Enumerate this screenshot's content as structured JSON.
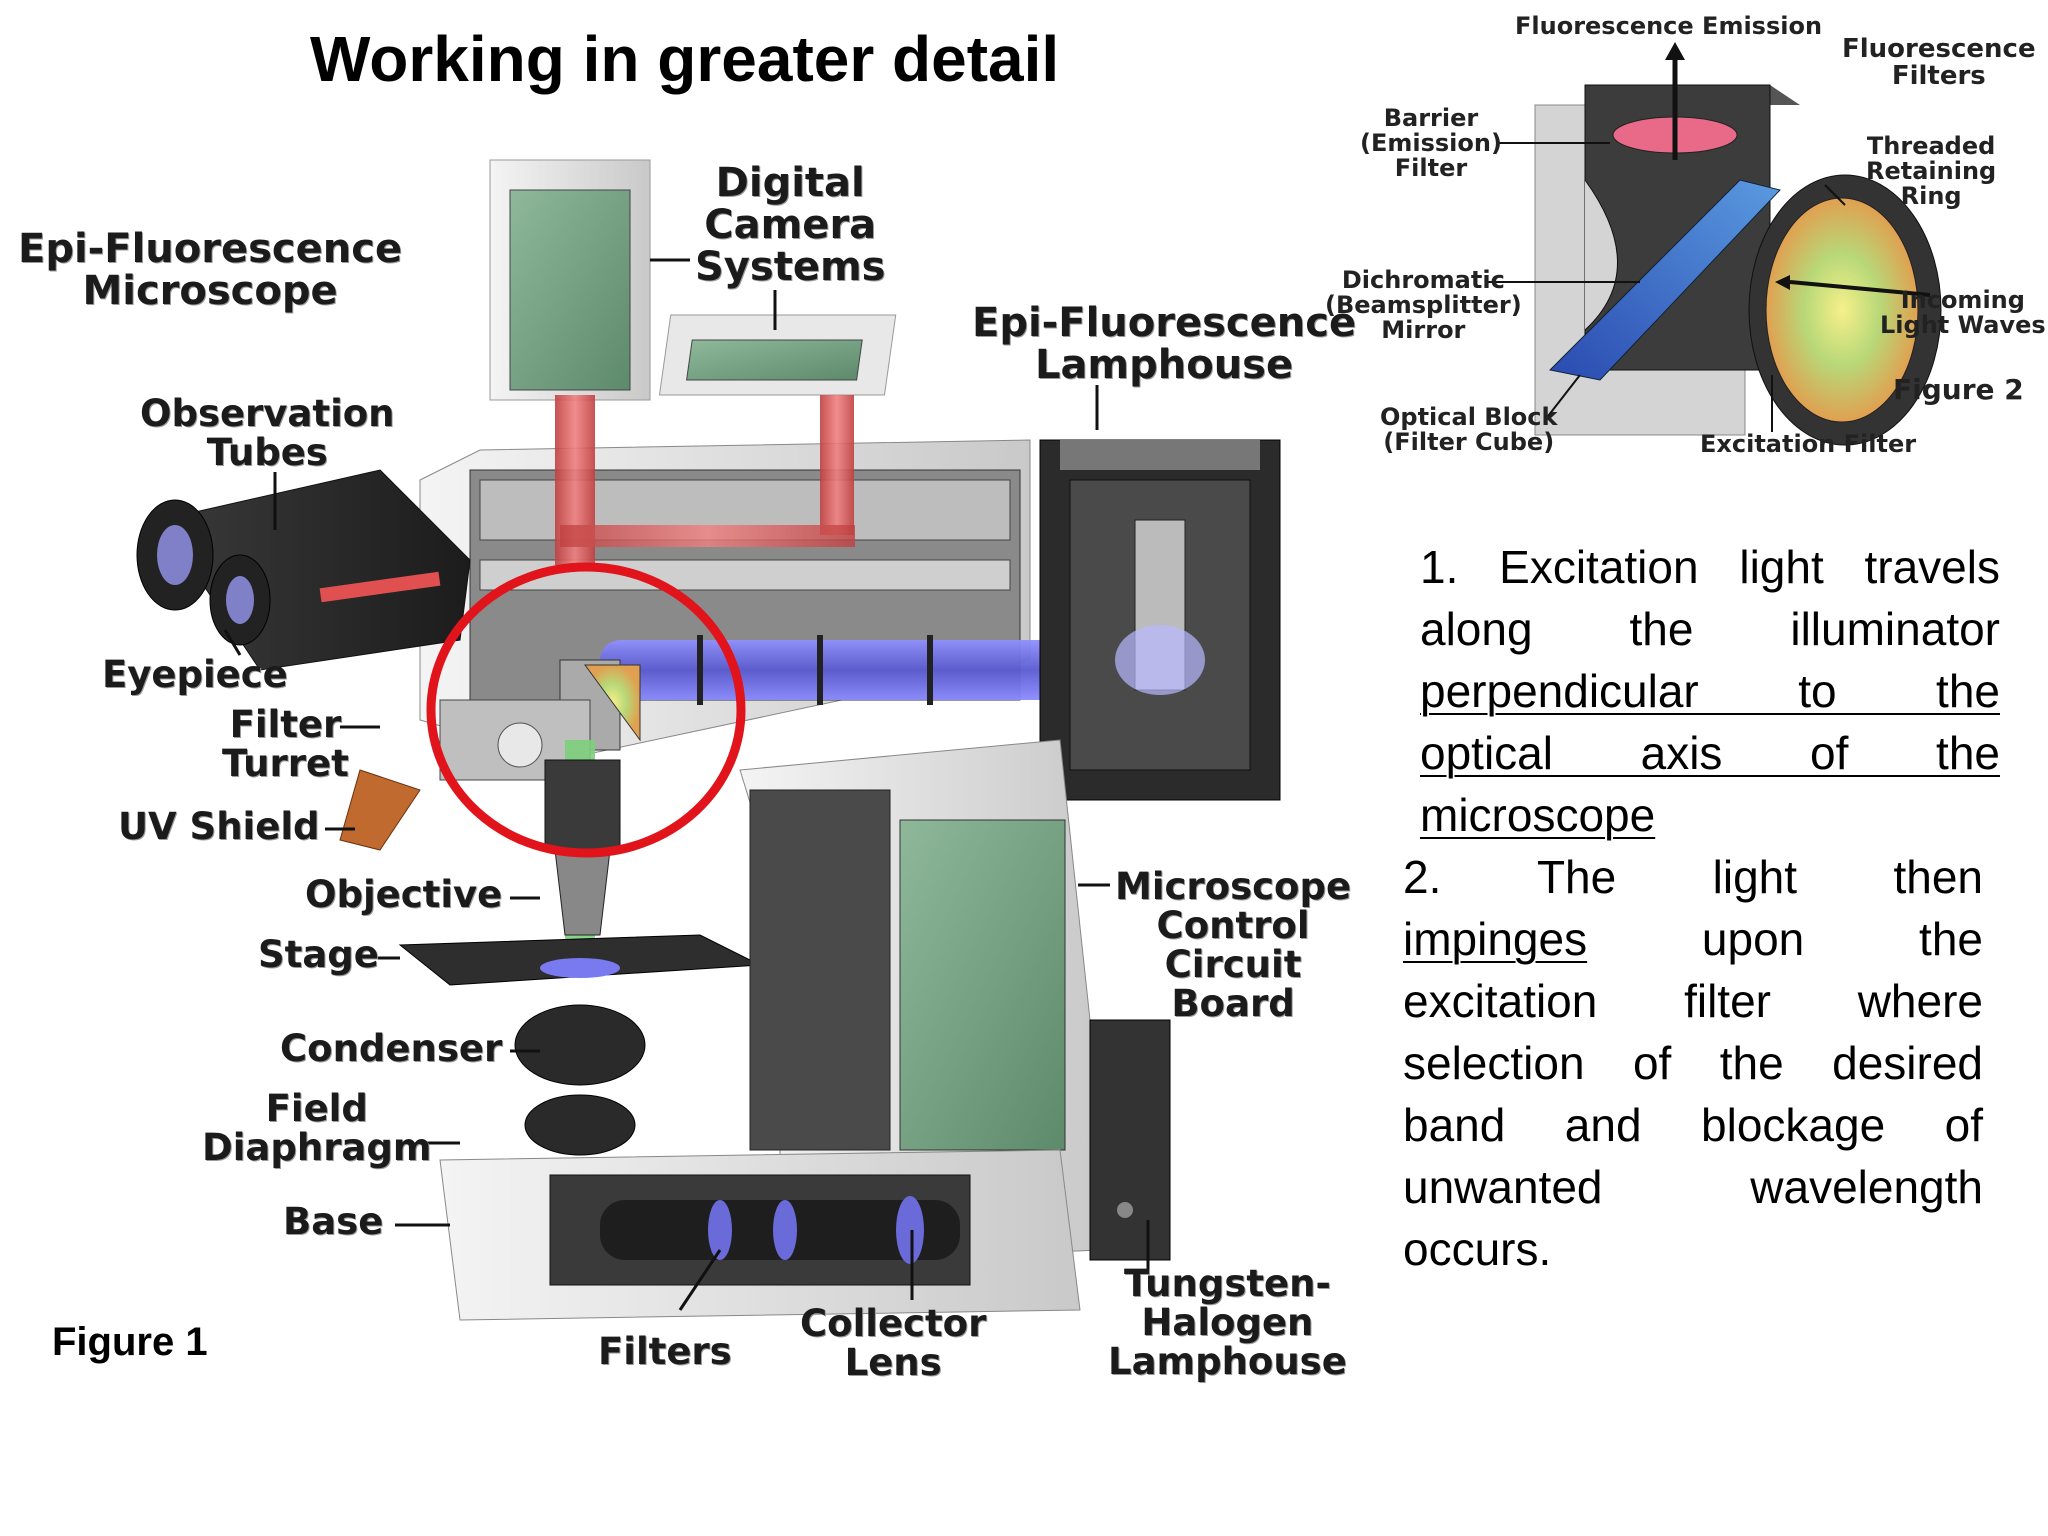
{
  "title": "Working in greater detail",
  "figure1": {
    "caption": "Figure 1",
    "main_label": [
      "Epi-Fluorescence",
      "Microscope"
    ],
    "labels": {
      "digital_camera": [
        "Digital",
        "Camera",
        "Systems"
      ],
      "lamphouse": [
        "Epi-Fluorescence",
        "Lamphouse"
      ],
      "observation_tubes": [
        "Observation",
        "Tubes"
      ],
      "eyepiece": "Eyepiece",
      "filter_turret": [
        "Filter",
        "Turret"
      ],
      "uv_shield": "UV Shield",
      "objective": "Objective",
      "stage": "Stage",
      "condenser": "Condenser",
      "field_diaphragm": [
        "Field",
        "Diaphragm"
      ],
      "base": "Base",
      "filters": "Filters",
      "collector_lens": [
        "Collector",
        "Lens"
      ],
      "tungsten": [
        "Tungsten-",
        "Halogen",
        "Lamphouse"
      ],
      "control_board": [
        "Microscope",
        "Control",
        "Circuit",
        "Board"
      ]
    }
  },
  "figure2": {
    "caption": "Figure 2",
    "labels": {
      "emission": "Fluorescence Emission",
      "filters": [
        "Fluorescence",
        "Filters"
      ],
      "barrier": [
        "Barrier",
        "(Emission)",
        "Filter"
      ],
      "ring": [
        "Threaded",
        "Retaining",
        "Ring"
      ],
      "dichromatic": [
        "Dichromatic",
        "(Beamsplitter)",
        "Mirror"
      ],
      "incoming": [
        "Incoming",
        "Light Waves"
      ],
      "optical_block": [
        "Optical Block",
        "(Filter Cube)"
      ],
      "excitation_filter": "Excitation Filter"
    }
  },
  "steps": {
    "step1": {
      "rows": [
        "1. Excitation light travels",
        "along the illuminator",
        "perpendicular to the",
        "optical axis of the",
        "microscope"
      ]
    },
    "step2": {
      "rows": [
        "2. The light then",
        "impinges upon the",
        "excitation filter where",
        "selection of the desired",
        "band and blockage of",
        "unwanted wavelength",
        "occurs."
      ]
    }
  },
  "colors": {
    "highlight_circle": "#e0141a",
    "beam_blue": "#6e6ee0",
    "beam_red": "#d84a4a",
    "body_gray": "#dcdcdc"
  }
}
